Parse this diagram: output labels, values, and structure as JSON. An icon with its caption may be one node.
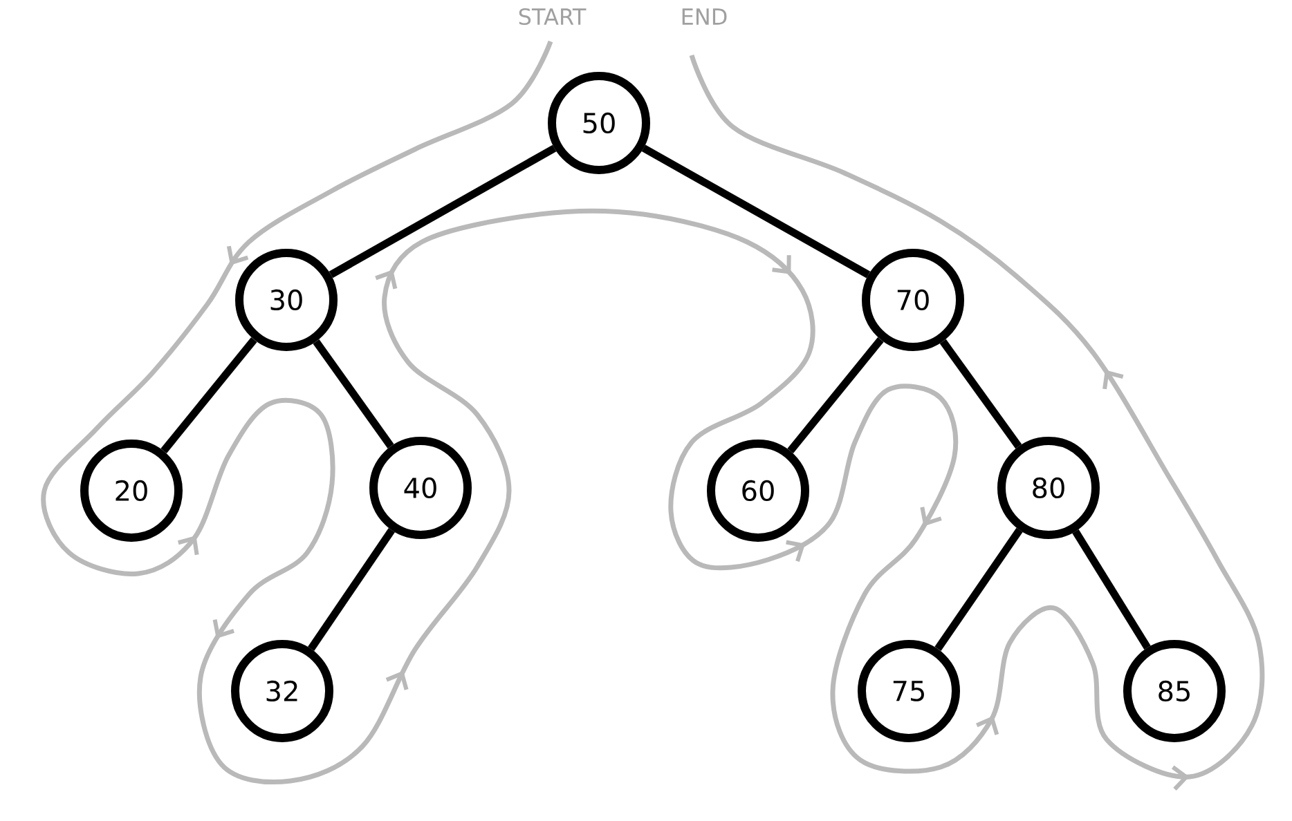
{
  "diagram": {
    "nodes": [
      {
        "text": [
          "50"
        ]
      },
      {
        "text": [
          "30"
        ]
      },
      {
        "text": [
          "70"
        ]
      },
      {
        "text": [
          "20"
        ]
      },
      {
        "text": [
          "40"
        ]
      },
      {
        "text": [
          "60"
        ]
      },
      {
        "text": [
          "80"
        ]
      },
      {
        "text": [
          "32"
        ]
      },
      {
        "text": [
          "75"
        ]
      },
      {
        "text": [
          "85"
        ]
      }
    ],
    "edges": [
      {
        "from": 0,
        "to": 1,
        "arrow": "none"
      },
      {
        "from": 0,
        "to": 2,
        "arrow": "none"
      },
      {
        "from": 1,
        "to": 3,
        "arrow": "none"
      },
      {
        "from": 1,
        "to": 4,
        "arrow": "none"
      },
      {
        "from": 4,
        "to": 7,
        "arrow": "none"
      },
      {
        "from": 2,
        "to": 5,
        "arrow": "none"
      },
      {
        "from": 2,
        "to": 6,
        "arrow": "none"
      },
      {
        "from": 6,
        "to": 8,
        "arrow": "none"
      },
      {
        "from": 6,
        "to": 9,
        "arrow": "none"
      }
    ],
    "labels": [
      "START",
      "END"
    ]
  }
}
